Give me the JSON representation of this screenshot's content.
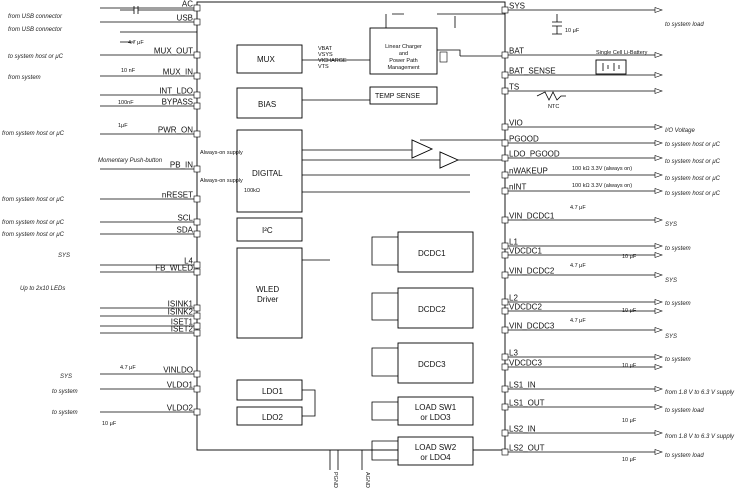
{
  "left_pins": [
    "AC",
    "USB",
    "MUX_OUT",
    "MUX_IN",
    "INT_LDO",
    "BYPASS",
    "PWR_ON",
    "PB_IN",
    "nRESET",
    "SCL",
    "SDA",
    "L4",
    "FB_WLED",
    "ISINK1",
    "ISINK2",
    "ISET1",
    "ISET2",
    "VINLDO",
    "VLDO1",
    "VLDO2"
  ],
  "right_pins": [
    "SYS",
    "BAT",
    "BAT_SENSE",
    "TS",
    "VIO",
    "PGOOD",
    "LDO_PGOOD",
    "nWAKEUP",
    "nINT",
    "VIN_DCDC1",
    "L1",
    "VDCDC1",
    "VIN_DCDC2",
    "L2",
    "VDCDC2",
    "VIN_DCDC3",
    "L3",
    "VDCDC3",
    "LS1_IN",
    "LS1_OUT",
    "LS2_IN",
    "LS2_OUT"
  ],
  "bottom_pins": [
    "PGND",
    "AGND"
  ],
  "blocks": {
    "mux": "MUX",
    "mux_inputs": [
      "VBAT",
      "VSYS",
      "VICHARGE",
      "VTS"
    ],
    "charger": [
      "Linear Charger",
      "and",
      "Power Path",
      "Management"
    ],
    "temp_sense": "TEMP SENSE",
    "bias": "BIAS",
    "digital": "DIGITAL",
    "i2c": "I²C",
    "wled": [
      "WLED",
      "Driver"
    ],
    "dcdc1": "DCDC1",
    "dcdc2": "DCDC2",
    "dcdc3": "DCDC3",
    "ldo1": "LDO1",
    "ldo2": "LDO2",
    "load_sw1": [
      "LOAD SW1",
      "or LDO3"
    ],
    "load_sw2": [
      "LOAD SW2",
      "or LDO4"
    ]
  },
  "annotations_left": {
    "usb1": "from USB connector",
    "usb2": "from USB connector",
    "mux_out": "to system host or μC",
    "mux_in": "from system",
    "pwr_on": "from system host or μC",
    "pushbutton": "Momentary Push-button",
    "nreset": "from system host or μC",
    "scl": "from system host or μC",
    "sda": "from system host or μC",
    "sys": "SYS",
    "leds": "Up to 2x10 LEDs",
    "vinldo_sys": "SYS",
    "vldo1": "to system",
    "vldo2": "to system"
  },
  "annotations_right": {
    "sys": "to system load",
    "battery": "Single Cell Li-Battery",
    "vio": "I/O Voltage",
    "pgood": "to system host or μC",
    "ldo_pgood": "to system host or μC",
    "nwakeup": "to system host or μC",
    "nint": "to system host or μC",
    "nwakeup_res": "100 kΩ 3.3V (always on)",
    "nint_res": "100 kΩ 3.3V (always on)",
    "vin_dcdc1": "SYS",
    "vdcdc1": "to system",
    "vin_dcdc2": "SYS",
    "vdcdc2": "to system",
    "vin_dcdc3": "SYS",
    "vdcdc3": "to system",
    "ls1_in": "from 1.8 V to 6.3 V supply",
    "ls1_out": "to system load",
    "ls2_in": "from 1.8 V to 6.3 V supply",
    "ls2_out": "to system load"
  },
  "misc": {
    "always_on1": "Always-on supply",
    "always_on2": "Always-on supply",
    "res_100k": "100kΩ",
    "ntc": "NTC",
    "cap_4u7": "4.7 μF",
    "cap_10u": "10 μF",
    "cap_100n": "100nF",
    "cap_10n": "10 nF",
    "cap_1u": "1μF"
  }
}
